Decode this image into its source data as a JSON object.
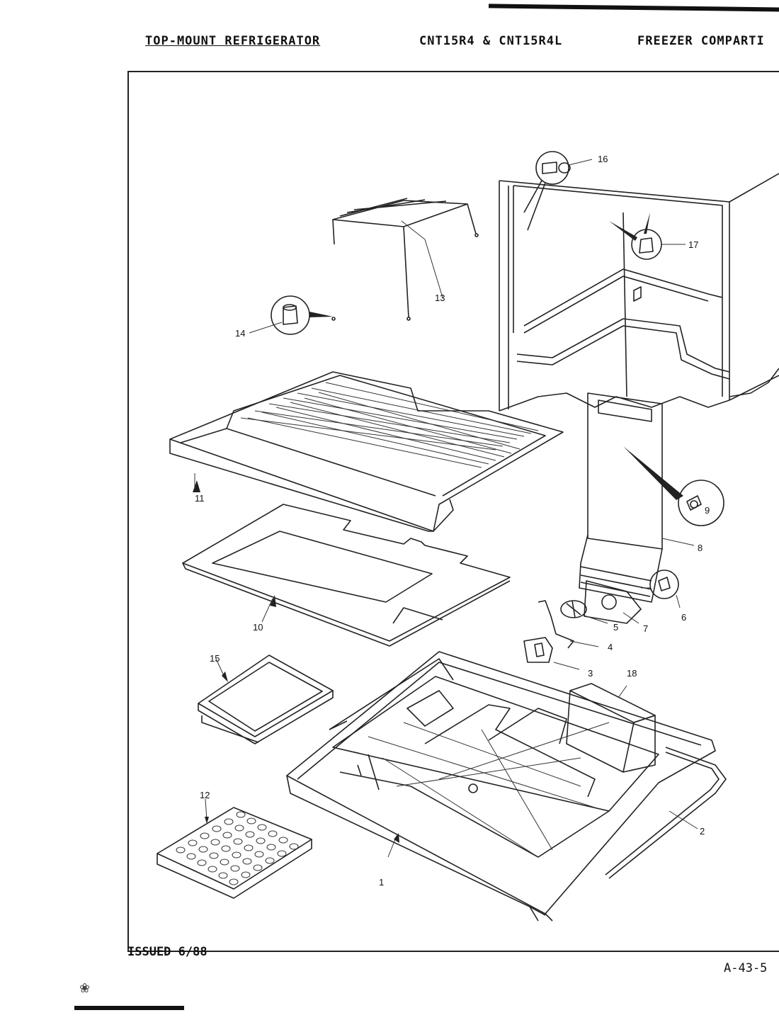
{
  "header": {
    "title": "TOP-MOUNT REFRIGERATOR",
    "models": "CNT15R4 & CNT15R4L",
    "section": "FREEZER COMPARTI"
  },
  "footer": {
    "issued": "ISSUED 6/88",
    "page_code": "A-43-5"
  },
  "callouts": {
    "c1": "1",
    "c2": "2",
    "c3": "3",
    "c4": "4",
    "c5": "5",
    "c6": "6",
    "c7": "7",
    "c8": "8",
    "c9": "9",
    "c10": "10",
    "c11": "11",
    "c12": "12",
    "c13": "13",
    "c14": "14",
    "c15": "15",
    "c16": "16",
    "c17": "17",
    "c18": "18"
  }
}
